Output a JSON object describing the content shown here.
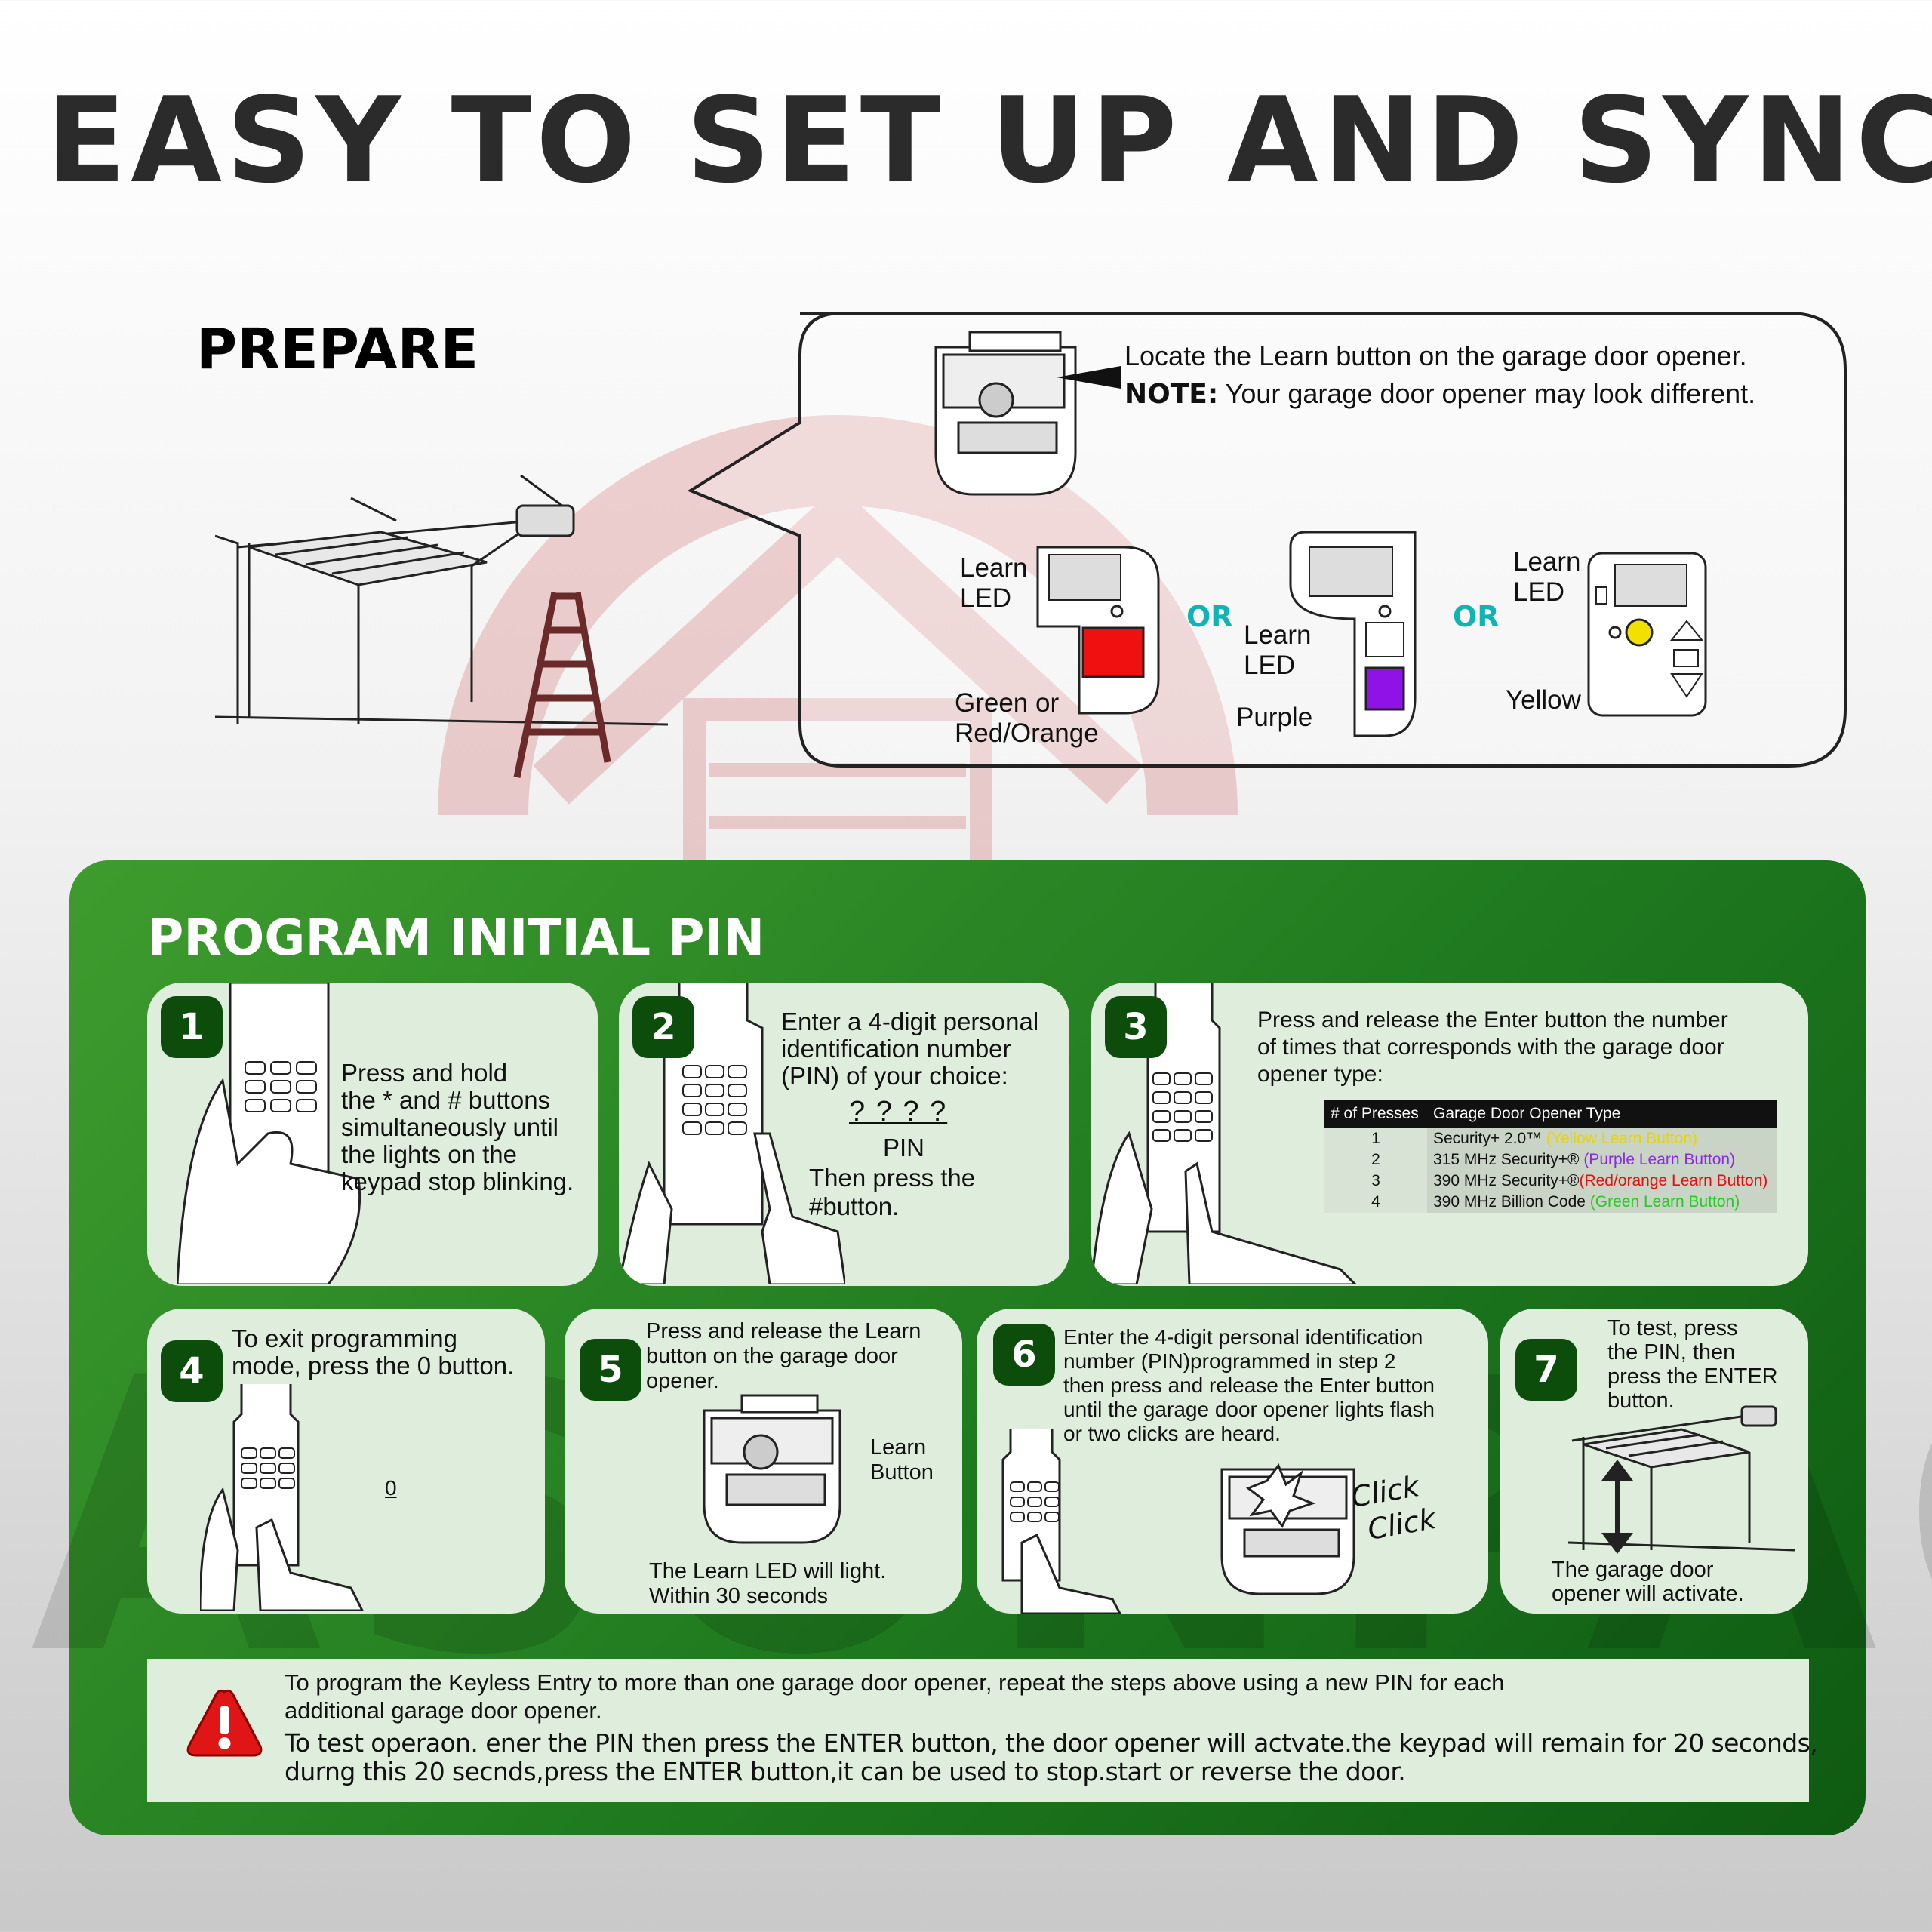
{
  "title": "EASY TO SET UP AND SYNC",
  "watermark": "ASONPAO",
  "prepare": {
    "heading": "PREPARE",
    "locate_text": "Locate the Learn button on the garage door opener.",
    "note_label": "NOTE:",
    "note_text": "Your garage door opener may look different.",
    "or_label": "OR",
    "panel1": {
      "learn_led": [
        "Learn",
        "LED"
      ],
      "color": [
        "Green or",
        "Red/Orange"
      ]
    },
    "panel2": {
      "learn_led": [
        "Learn",
        "LED"
      ],
      "color": "Purple"
    },
    "panel3": {
      "learn_led": [
        "Learn",
        "LED"
      ],
      "color": "Yellow"
    }
  },
  "program": {
    "heading": "PROGRAM INITIAL PIN",
    "steps": [
      {
        "number": "1",
        "lines": [
          "Press and hold",
          "the * and # buttons",
          "simultaneously until",
          "the lights on the",
          "keypad stop blinking."
        ]
      },
      {
        "number": "2",
        "lines": [
          "Enter a 4-digit personal",
          "identification number",
          "(PIN) of your choice:"
        ],
        "pin_marks": "? ? ? ?",
        "pin_label": "PIN",
        "after": "Then press the #button."
      },
      {
        "number": "3",
        "lines": [
          "Press and release the Enter button the number",
          "of times that corresponds with the garage door",
          "opener type:"
        ],
        "table": {
          "headers": [
            "# of Presses",
            "Garage Door Opener Type"
          ],
          "rows": [
            {
              "presses": "1",
              "type": "Security+ 2.0™",
              "button": "(Yellow Learn Button)",
              "color": "#e8d400"
            },
            {
              "presses": "2",
              "type": "315 MHz Security+®",
              "button": "(Purple Learn Button)",
              "color": "#8a2be2"
            },
            {
              "presses": "3",
              "type": "390 MHz Security+®",
              "button": "(Red/orange Learn Button)",
              "color": "#e01010"
            },
            {
              "presses": "4",
              "type": "390 MHz Billion Code",
              "button": "(Green Learn Button)",
              "color": "#22cc22"
            }
          ]
        }
      },
      {
        "number": "4",
        "lines": [
          "To exit programming",
          "mode, press the 0 button."
        ],
        "digit": "0"
      },
      {
        "number": "5",
        "lines": [
          "Press and release the Learn",
          "button on the garage door",
          "opener."
        ],
        "learn_button": [
          "Learn",
          "Button"
        ],
        "footer": [
          "The Learn LED will light.",
          "Within 30 seconds"
        ]
      },
      {
        "number": "6",
        "lines": [
          "Enter the 4-digit personal identification",
          "number (PIN)programmed in step 2",
          "then press and release the Enter button",
          "until the garage door opener lights flash",
          "or two clicks are heard."
        ],
        "click": [
          "Click",
          "Click"
        ]
      },
      {
        "number": "7",
        "lines": [
          "To test, press",
          "the PIN, then",
          "press the ENTER",
          "button."
        ],
        "footer": [
          "The garage door",
          "opener will activate."
        ]
      }
    ]
  },
  "warning": {
    "line1": "To program the Keyless Entry to more than one garage door opener, repeat the steps above using a new PIN for each",
    "line2": "additional garage door opener.",
    "line3": "To test operaon. ener the PIN then press the ENTER button, the door opener will actvate.the keypad will remain for 20 seconds,",
    "line4": "durng this 20 secnds,press the ENTER button,it can be used to stop.start or reverse the door."
  }
}
